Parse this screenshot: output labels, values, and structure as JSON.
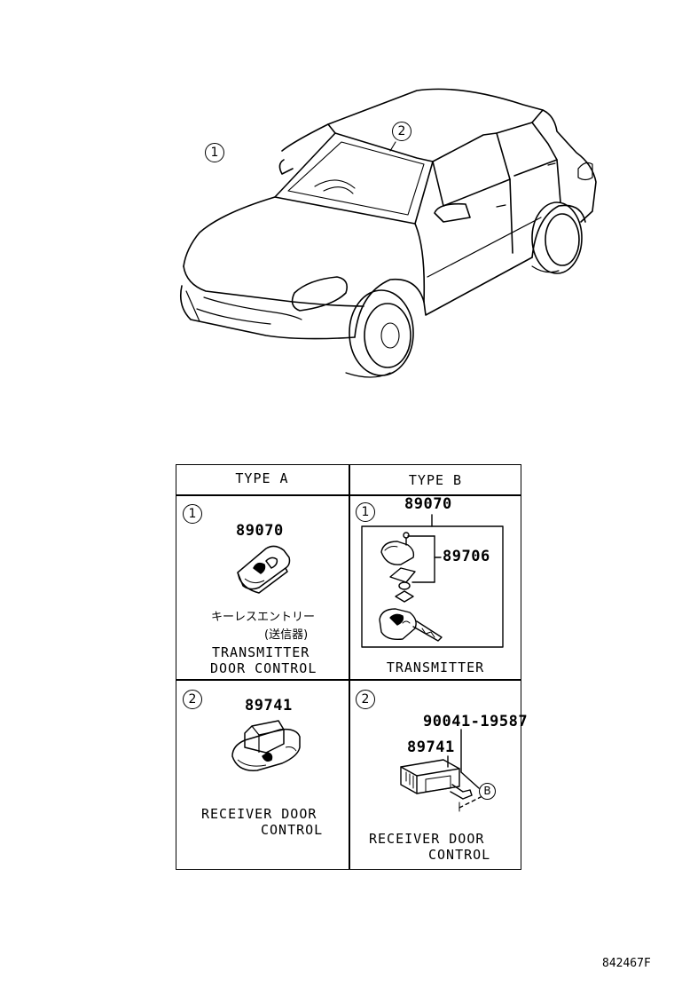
{
  "vehicle": {
    "callout_1": "1",
    "callout_2": "2"
  },
  "table": {
    "header_a": "TYPE A",
    "header_b": "TYPE B",
    "cells": {
      "a1": {
        "callout": "1",
        "part_number": "89070",
        "jp_line1": "キーレスエントリー",
        "jp_line2": "(送信器)",
        "caption_line1": "TRANSMITTER",
        "caption_line2": "DOOR CONTROL"
      },
      "b1": {
        "callout": "1",
        "part_number": "89070",
        "sub_part_number": "89706",
        "caption_line1": "TRANSMITTER"
      },
      "a2": {
        "callout": "2",
        "part_number": "89741",
        "caption_line1": "RECEIVER DOOR",
        "caption_line2": "CONTROL"
      },
      "b2": {
        "callout": "2",
        "part_number": "89741",
        "bolt_part_number": "90041-19587",
        "ref_letter": "B",
        "caption_line1": "RECEIVER DOOR",
        "caption_line2": "CONTROL"
      }
    }
  },
  "footer": {
    "illustration_code": "842467F"
  }
}
